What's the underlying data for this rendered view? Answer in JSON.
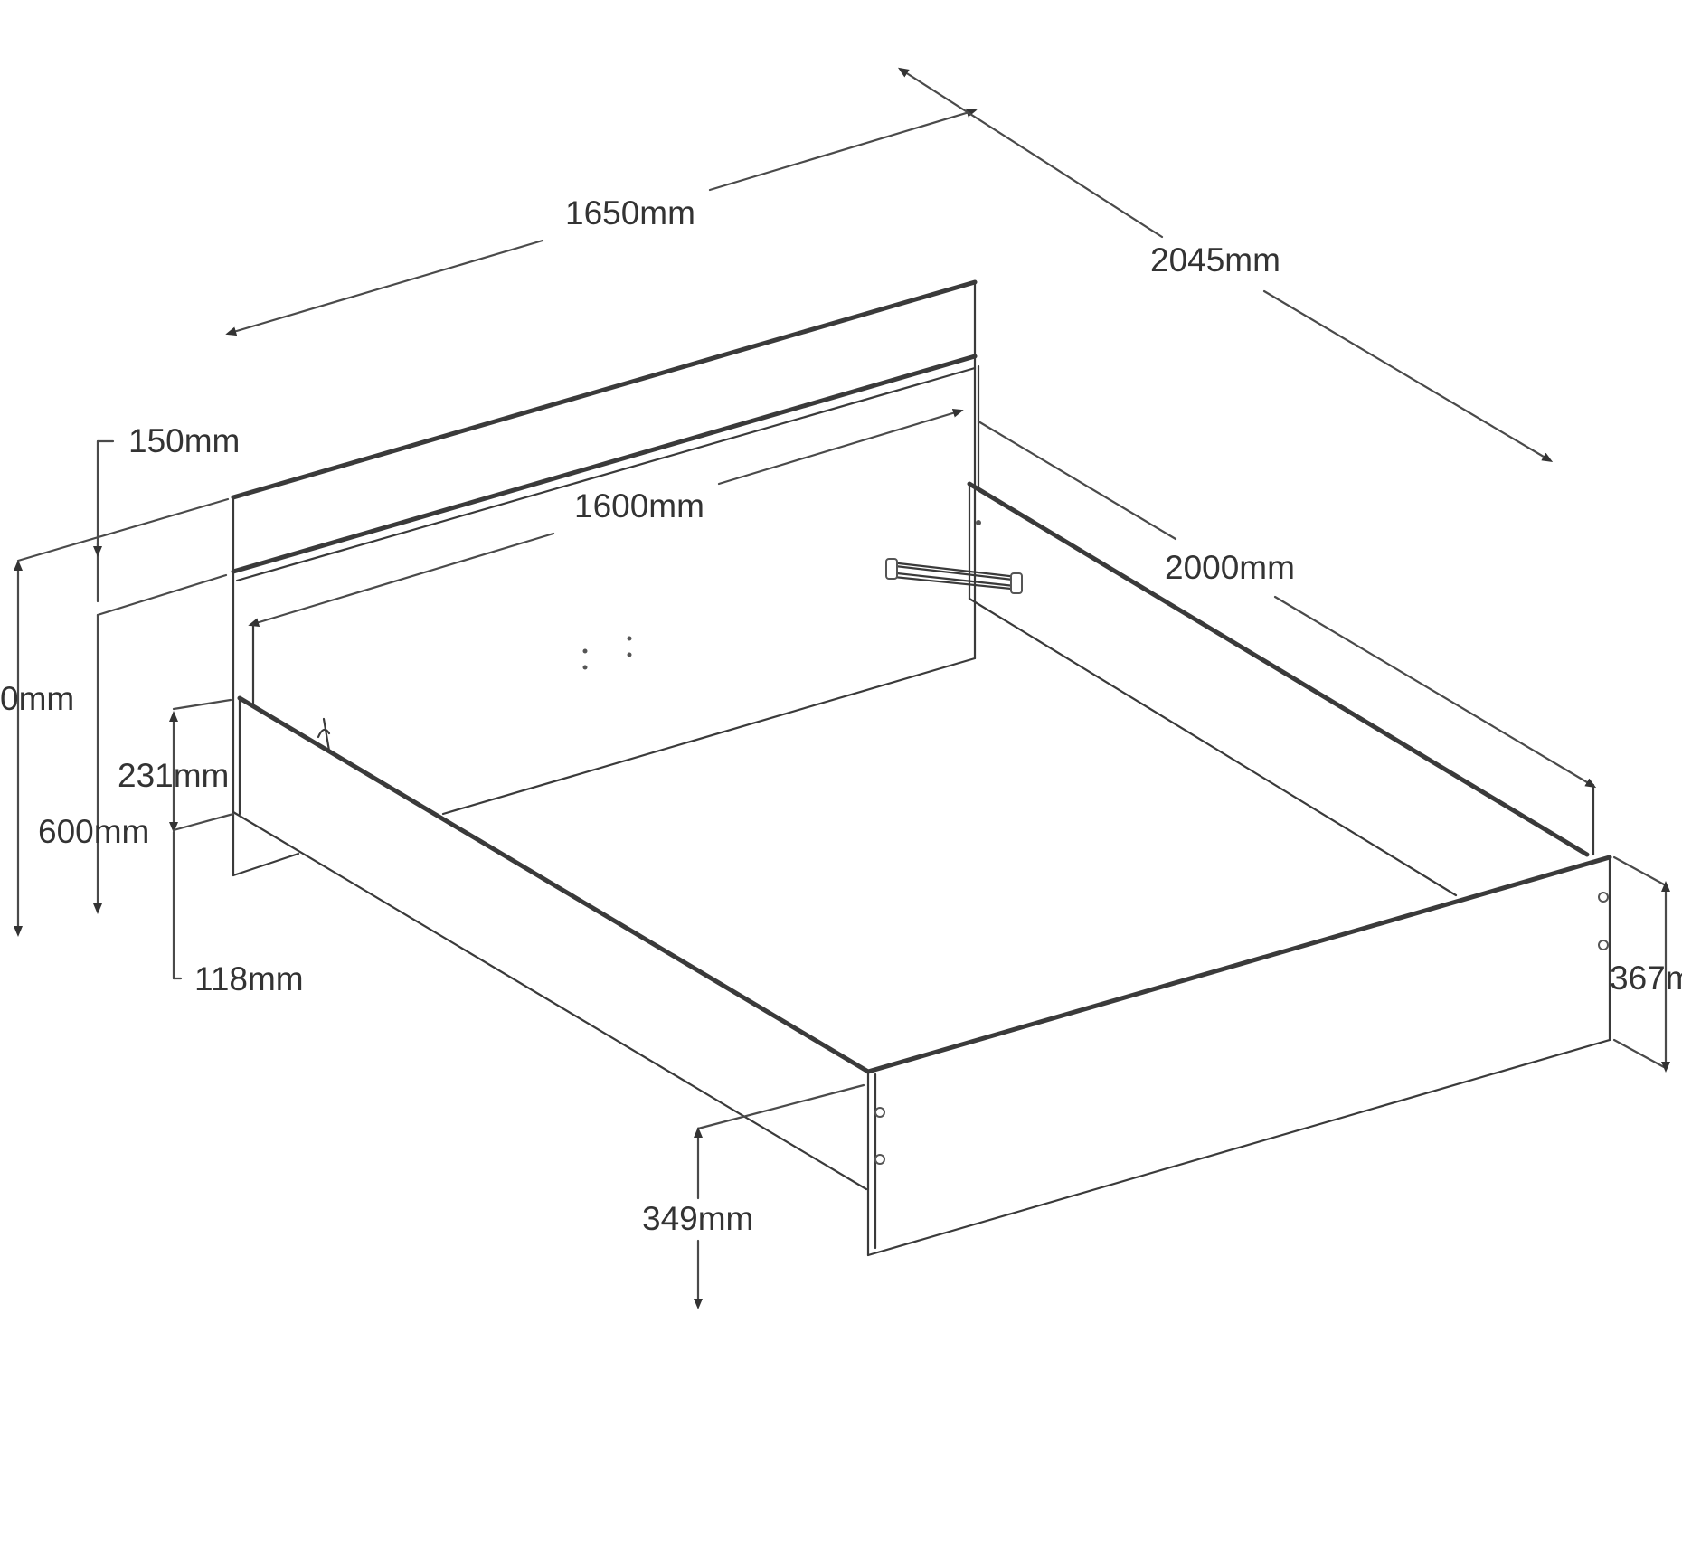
{
  "labels": {
    "overall_width": "1650mm",
    "overall_length": "2045mm",
    "headboard_top": "150mm",
    "inner_width": "1600mm",
    "inner_length": "2000mm",
    "total_height": "0mm",
    "panel_height": "231mm",
    "headboard_600": "600mm",
    "floor_clearance": "118mm",
    "footboard_height": "367m",
    "front_height": "349mm"
  },
  "colors": {
    "line": "#3a3a3a",
    "text": "#333333",
    "background": "#ffffff"
  }
}
